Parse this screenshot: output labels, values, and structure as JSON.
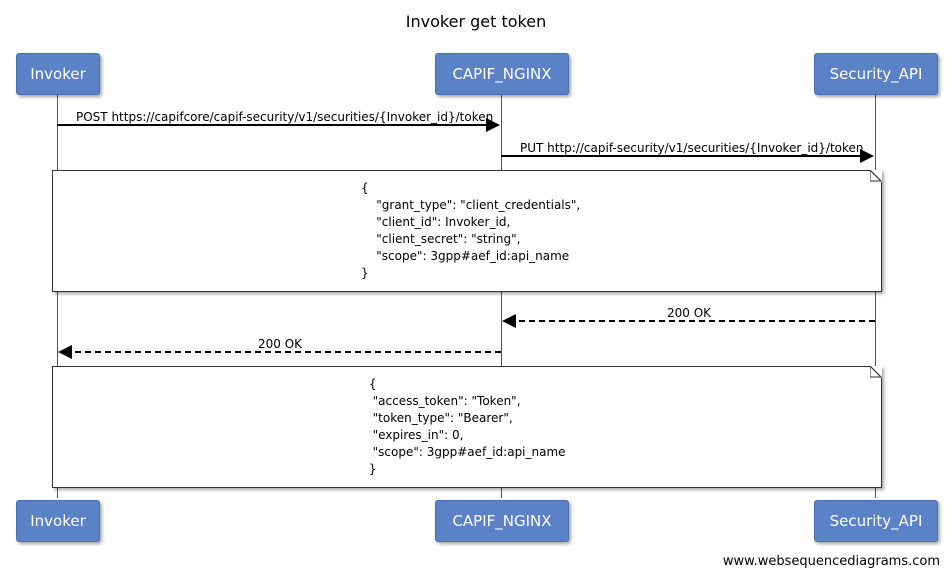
{
  "title": "Invoker get token",
  "participants": {
    "invoker": "Invoker",
    "nginx": "CAPIF_NGINX",
    "security": "Security_API"
  },
  "messages": {
    "post": "POST https://capifcore/capif-security/v1/securities/{Invoker_id}/token",
    "put": "PUT http://capif-security/v1/securities/{Invoker_id}/token",
    "ok_security": "200 OK",
    "ok_nginx": "200 OK"
  },
  "notes": {
    "request_body": "{\n    \"grant_type\": \"client_credentials\",\n    \"client_id\": Invoker_id,\n    \"client_secret\": \"string\",\n    \"scope\": 3gpp#aef_id:api_name\n}",
    "response_body": " {\n  \"access_token\": \"Token\",\n  \"token_type\": \"Bearer\",\n  \"expires_in\": 0,\n  \"scope\": 3gpp#aef_id:api_name\n }"
  },
  "footer": "www.websequencediagrams.com"
}
